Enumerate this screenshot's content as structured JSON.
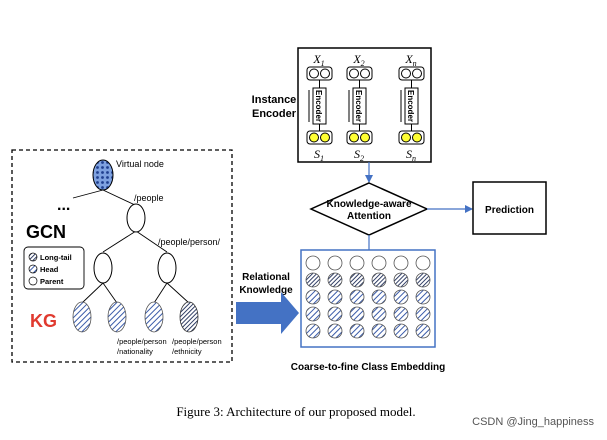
{
  "diagram": {
    "instance_encoder": {
      "title_line1": "Instance",
      "title_line2": "Encoder",
      "inputs": [
        {
          "var": "X",
          "sub": "1"
        },
        {
          "var": "X",
          "sub": "2"
        },
        {
          "var": "X",
          "sub": "n"
        }
      ],
      "outputs": [
        {
          "var": "S",
          "sub": "1"
        },
        {
          "var": "S",
          "sub": "2"
        },
        {
          "var": "S",
          "sub": "n"
        }
      ],
      "encoder_label": "Encoder"
    },
    "attention": {
      "line1": "Knowledge-aware",
      "line2": "Attention"
    },
    "prediction": "Prediction",
    "relational_knowledge": {
      "line1": "Relational",
      "line2": "Knowledge"
    },
    "class_embedding_caption": "Coarse-to-fine  Class Embedding",
    "kg_panel": {
      "virtual_node": "Virtual node",
      "people": "/people",
      "people_person": "/people/person/",
      "dots": "...",
      "gcn": "GCN",
      "kg": "KG",
      "leaf_label_1_line1": "/people/person",
      "leaf_label_1_line2": "/nationality",
      "leaf_label_2_line1": "/people/person",
      "leaf_label_2_line2": "/ethnicity",
      "legend": {
        "long_tail": "Long-tail",
        "head": "Head",
        "parent": "Parent"
      }
    },
    "figure_caption": "Figure 3: Architecture of our proposed model.",
    "watermark": "CSDN @Jing_happiness",
    "colors": {
      "line_blue": "#4472c4",
      "arrow_blue": "#4472c4",
      "pattern_blue": "#3a5ba9",
      "output_yellow": "#ffff33",
      "kg_red": "#e03a2f"
    }
  }
}
